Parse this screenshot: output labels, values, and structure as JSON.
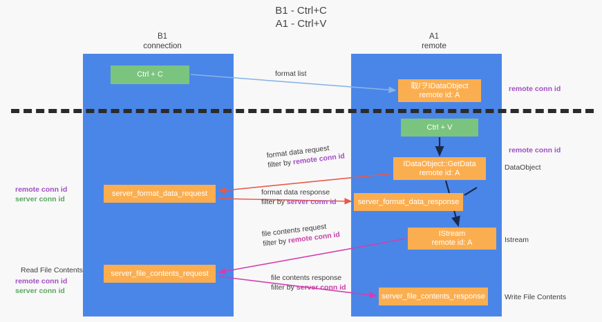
{
  "title": {
    "line1": "B1 - Ctrl+C",
    "line2": "A1 - Ctrl+V"
  },
  "columns": [
    {
      "name": "B1",
      "role": "connection"
    },
    {
      "name": "A1",
      "role": "remote"
    }
  ],
  "nodes": {
    "ctrl_c": {
      "label": "Ctrl + C",
      "color": "#7bc47f"
    },
    "idataobject": {
      "label": "取/ヲIDataObject",
      "sub": "remote id: A",
      "color": "#fbae50"
    },
    "ctrl_v": {
      "label": "Ctrl + V",
      "color": "#7bc47f"
    },
    "getdata": {
      "label": "IDataObject::GetData",
      "sub": "remote id: A",
      "color": "#fbae50"
    },
    "format_data_request": {
      "label": "server_format_data_request",
      "color": "#fbae50"
    },
    "format_data_response": {
      "label": "server_format_data_response",
      "color": "#fbae50"
    },
    "istream": {
      "label": "IStream",
      "sub": "remote id: A",
      "color": "#fbae50"
    },
    "file_contents_request": {
      "label": "server_file_contents_request",
      "color": "#fbae50"
    },
    "file_contents_response": {
      "label": "server_file_contents_response",
      "color": "#fbae50"
    }
  },
  "edges": {
    "format_list": {
      "text": "format list",
      "color": "#8ab4e8"
    },
    "format_data_request": {
      "text": "format data request",
      "filter_prefix": "filter by ",
      "filter_key": "remote conn id",
      "color": "#e8594a"
    },
    "format_data_response": {
      "text": "format data response",
      "filter_prefix": "filter by ",
      "filter_key": "server conn id",
      "color": "#e8594a"
    },
    "file_contents_request": {
      "text": "file contents request",
      "filter_prefix": "filter by ",
      "filter_key": "remote conn id",
      "color": "#d13fae"
    },
    "file_contents_response": {
      "text": "file contents response",
      "filter_prefix": "filter by ",
      "filter_key": "server conn id",
      "color": "#d13fae"
    }
  },
  "annotations": {
    "right_top_conn": "remote conn id",
    "right_mid_conn": "remote conn id",
    "right_dataobject": "DataObject",
    "right_istream": "Istream",
    "right_write_file": "Write File Contents",
    "left_read_file": "Read File Contents",
    "left_remote_conn": "remote conn id",
    "left_server_conn": "server conn id"
  },
  "colors": {
    "lane": "#4a86e8",
    "green_node": "#7bc47f",
    "orange_node": "#fbae50",
    "purple_text": "#a14ec4",
    "green_text": "#5aa65f",
    "pink_text": "#c940a8",
    "divider": "#2b2b2b",
    "background": "#f8f8f8"
  }
}
